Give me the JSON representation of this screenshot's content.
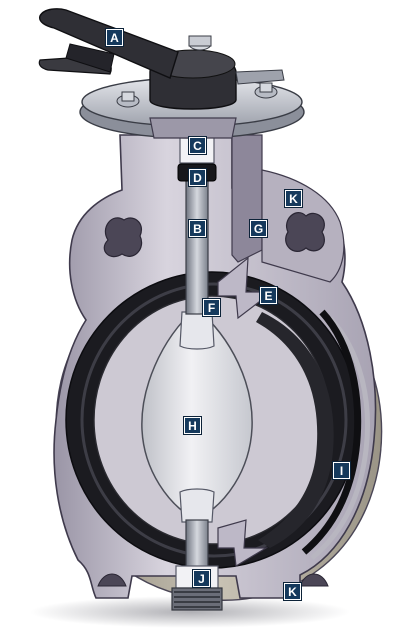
{
  "diagram": {
    "colors": {
      "body_light": "#cfcbd6",
      "body_mid": "#a9a4b4",
      "body_dark": "#7b768a",
      "liner": "#1a1a1e",
      "metal": "#b9bcc6",
      "handle": "#333338",
      "label_bg": "#15395c"
    },
    "callouts": [
      {
        "id": "A",
        "label": "A"
      },
      {
        "id": "C",
        "label": "C"
      },
      {
        "id": "D",
        "label": "D"
      },
      {
        "id": "K-top",
        "label": "K"
      },
      {
        "id": "B",
        "label": "B"
      },
      {
        "id": "G",
        "label": "G"
      },
      {
        "id": "E",
        "label": "E"
      },
      {
        "id": "F",
        "label": "F"
      },
      {
        "id": "H",
        "label": "H"
      },
      {
        "id": "I",
        "label": "I"
      },
      {
        "id": "J",
        "label": "J"
      },
      {
        "id": "K-bottom",
        "label": "K"
      }
    ]
  }
}
